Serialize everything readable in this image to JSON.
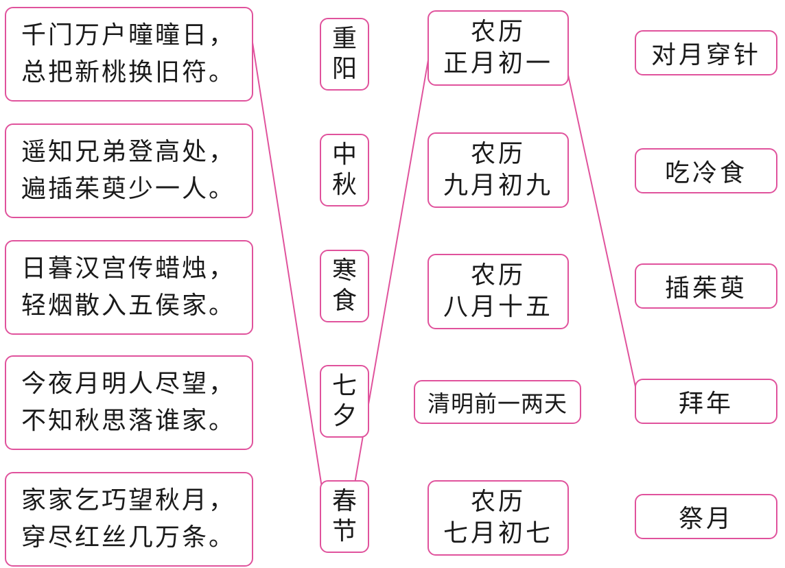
{
  "poems": [
    {
      "line1": "千门万户曈曈日，",
      "line2": "总把新桃换旧符。"
    },
    {
      "line1": "遥知兄弟登高处，",
      "line2": "遍插茱萸少一人。"
    },
    {
      "line1": "日暮汉宫传蜡烛，",
      "line2": "轻烟散入五侯家。"
    },
    {
      "line1": "今夜月明人尽望，",
      "line2": "不知秋思落谁家。"
    },
    {
      "line1": "家家乞巧望秋月，",
      "line2": "穿尽红丝几万条。"
    }
  ],
  "festivals": [
    {
      "char1": "重",
      "char2": "阳"
    },
    {
      "char1": "中",
      "char2": "秋"
    },
    {
      "char1": "寒",
      "char2": "食"
    },
    {
      "char1": "七",
      "char2": "夕"
    },
    {
      "char1": "春",
      "char2": "节"
    }
  ],
  "dates": [
    {
      "line1": "农历",
      "line2": "正月初一"
    },
    {
      "line1": "农历",
      "line2": "九月初九"
    },
    {
      "line1": "农历",
      "line2": "八月十五"
    },
    {
      "line1": "清明前一两天",
      "line2": ""
    },
    {
      "line1": "农历",
      "line2": "七月初七"
    }
  ],
  "customs": [
    "对月穿针",
    "吃冷食",
    "插茱萸",
    "拜年",
    "祭月"
  ],
  "line_color": "#e0529c"
}
